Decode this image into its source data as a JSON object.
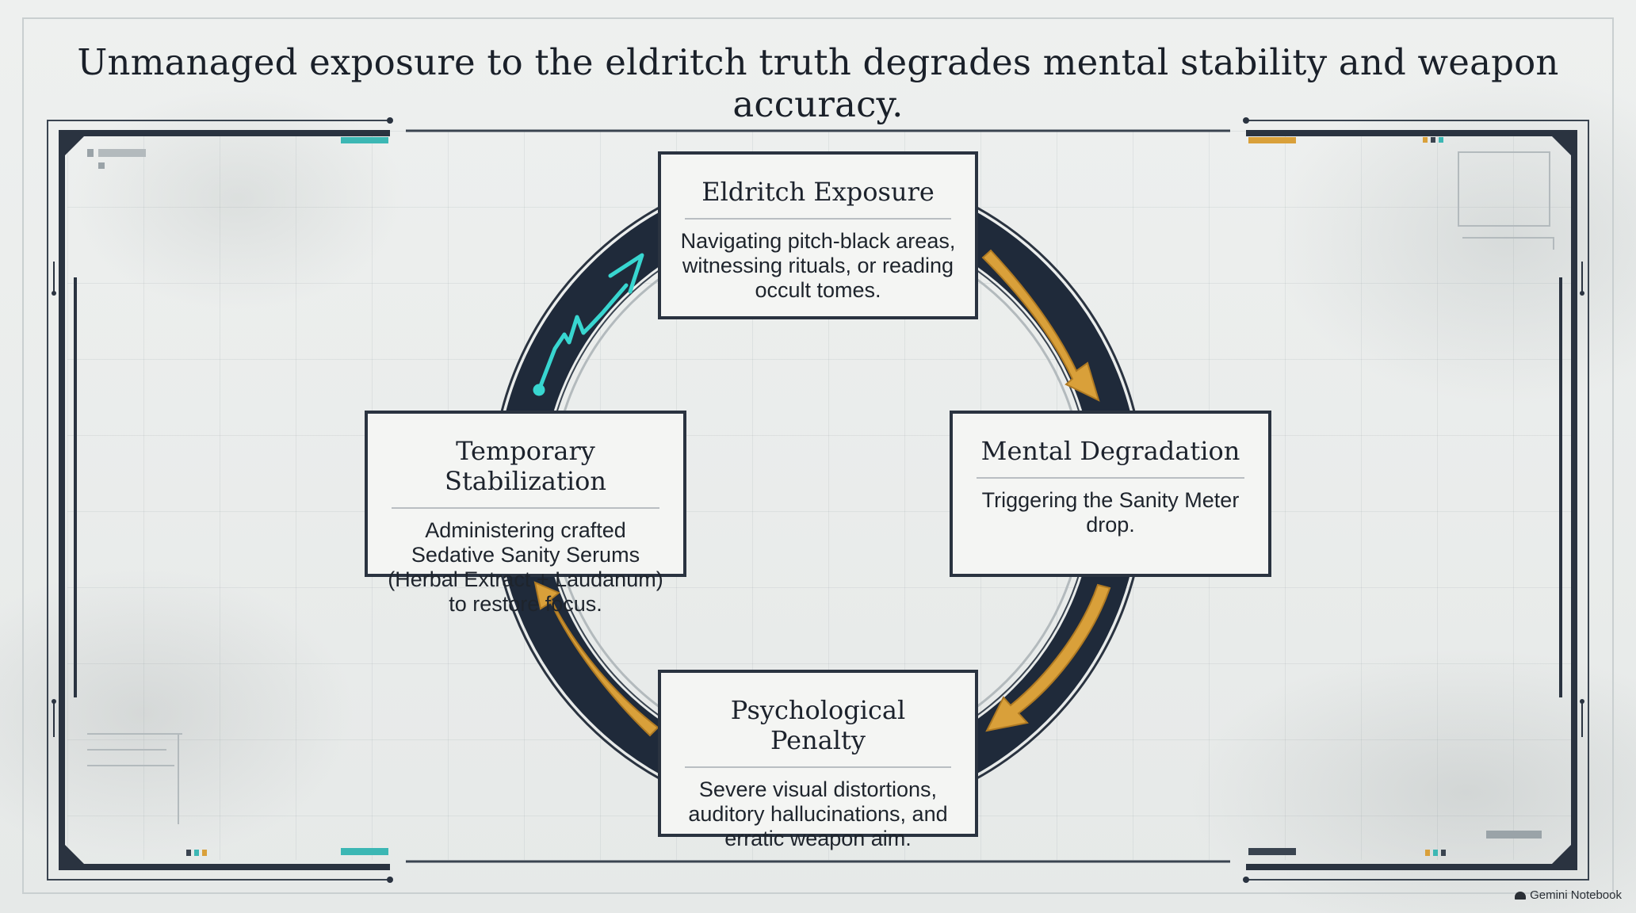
{
  "title": "Unmanaged exposure to the eldritch truth degrades mental stability and weapon accuracy.",
  "nodes": [
    {
      "title": "Eldritch Exposure",
      "description": "Navigating pitch-black areas, witnessing rituals, or reading occult tomes."
    },
    {
      "title": "Mental Degradation",
      "description": "Triggering the Sanity Meter drop."
    },
    {
      "title": "Psychological Penalty",
      "description": "Severe visual distortions, auditory hallucinations, and erratic weapon aim."
    },
    {
      "title": "Temporary Stabilization",
      "description": "Administering crafted Sedative Sanity Serums (Herbal Extract + Laudanum) to restore focus."
    }
  ],
  "branding": {
    "label": "Gemini Notebook"
  },
  "colors": {
    "frame": "#2a3340",
    "ring": "#1f2a3a",
    "arrow": "#d9a03a",
    "cyan": "#38d6d0",
    "text": "#1a2029"
  },
  "icons": {
    "stabilization": "heartbeat-arrow-icon",
    "cycle": "cycle-arrow-icon"
  }
}
